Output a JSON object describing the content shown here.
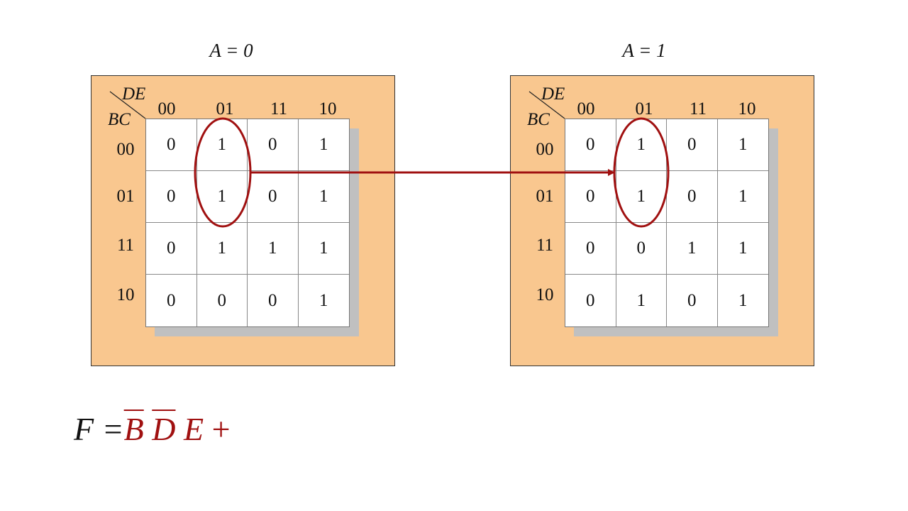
{
  "maps": [
    {
      "title": "A = 0",
      "col_var": "DE",
      "row_var": "BC",
      "col_labels": [
        "00",
        "01",
        "11",
        "10"
      ],
      "row_labels": [
        "00",
        "01",
        "11",
        "10"
      ],
      "cells": [
        [
          "0",
          "1",
          "0",
          "1"
        ],
        [
          "0",
          "1",
          "0",
          "1"
        ],
        [
          "0",
          "1",
          "1",
          "1"
        ],
        [
          "0",
          "0",
          "0",
          "1"
        ]
      ]
    },
    {
      "title": "A = 1",
      "col_var": "DE",
      "row_var": "BC",
      "col_labels": [
        "00",
        "01",
        "11",
        "10"
      ],
      "row_labels": [
        "00",
        "01",
        "11",
        "10"
      ],
      "cells": [
        [
          "0",
          "1",
          "0",
          "1"
        ],
        [
          "0",
          "1",
          "0",
          "1"
        ],
        [
          "0",
          "0",
          "1",
          "1"
        ],
        [
          "0",
          "1",
          "0",
          "1"
        ]
      ]
    }
  ],
  "formula": {
    "lhs": "F =",
    "terms": [
      {
        "symbol": "B",
        "complemented": true
      },
      {
        "symbol": "D",
        "complemented": true
      },
      {
        "symbol": "E",
        "complemented": false
      }
    ],
    "trailing": "+"
  },
  "colors": {
    "panel_fill": "#f9c78f",
    "highlight": "#a01010",
    "shadow": "#c0c0c0"
  }
}
